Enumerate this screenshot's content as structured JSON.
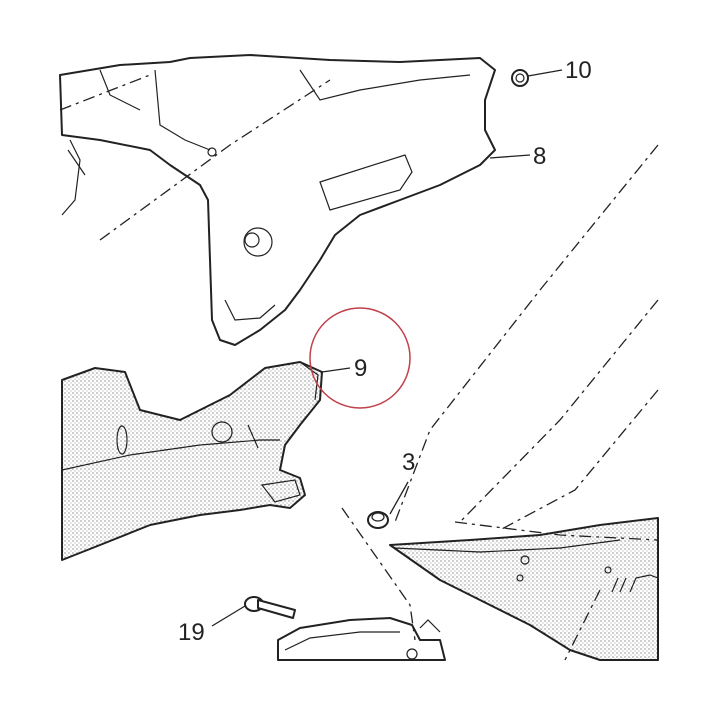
{
  "callouts": [
    {
      "id": "10",
      "label": "10"
    },
    {
      "id": "8",
      "label": "8"
    },
    {
      "id": "9",
      "label": "9"
    },
    {
      "id": "3",
      "label": "3"
    },
    {
      "id": "19",
      "label": "19"
    }
  ],
  "highlight_color": "#c0404a",
  "line_color": "#222222"
}
